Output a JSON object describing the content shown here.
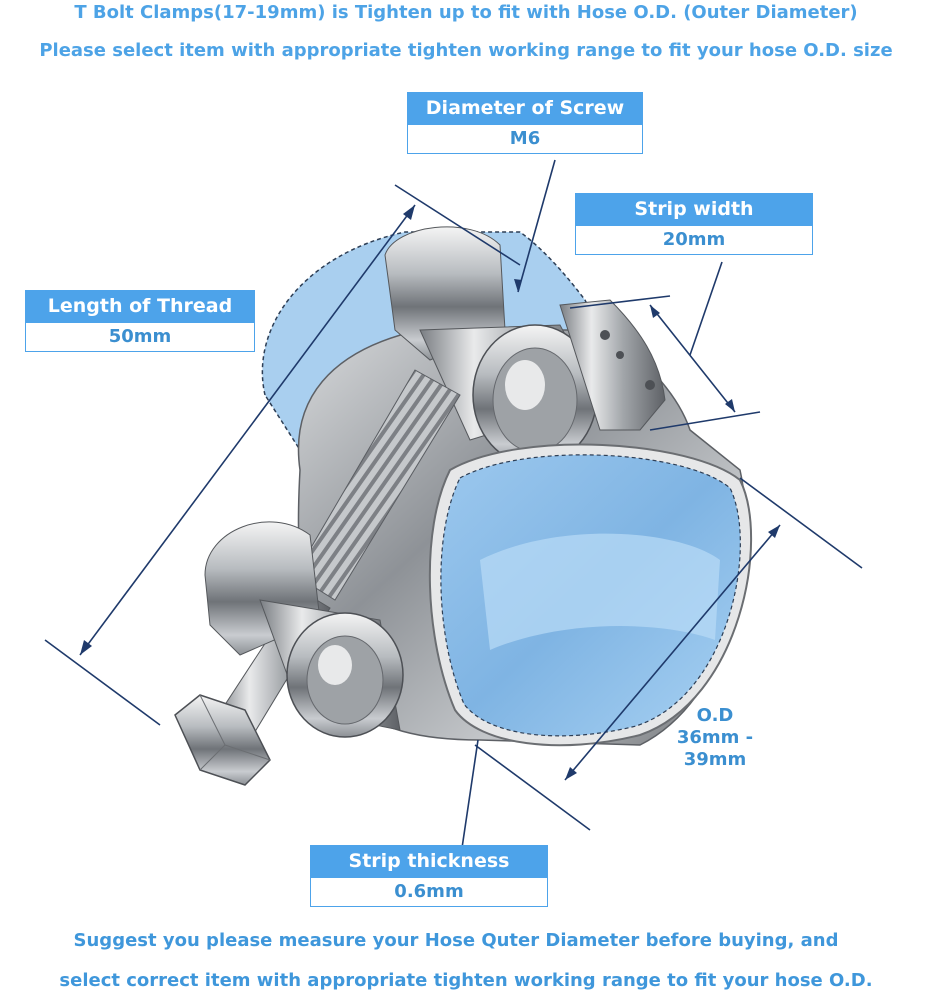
{
  "header": {
    "line1": "T Bolt Clamps(17-19mm) is Tighten up to fit with Hose O.D. (Outer Diameter)",
    "line2": "Please select item with appropriate tighten working range to fit your hose O.D. size"
  },
  "specs": {
    "screw": {
      "label": "Diameter of Screw",
      "value": "M6"
    },
    "strip_width": {
      "label": "Strip width",
      "value": "20mm"
    },
    "thread": {
      "label": "Length of Thread",
      "value": "50mm"
    },
    "strip_thickness": {
      "label": "Strip thickness",
      "value": "0.6mm"
    }
  },
  "od": {
    "label": "O.D",
    "range": "36mm - 39mm"
  },
  "footer": {
    "line1": "Suggest you please measure your Hose Quter Diameter before buying, and",
    "line2": "select correct item with appropriate tighten working range to fit your hose O.D."
  },
  "colors": {
    "accent": "#4da3ea",
    "text_blue": "#3b8fd0",
    "dimension_line": "#1f3a6b",
    "hose_fill": "#a9cfef"
  }
}
